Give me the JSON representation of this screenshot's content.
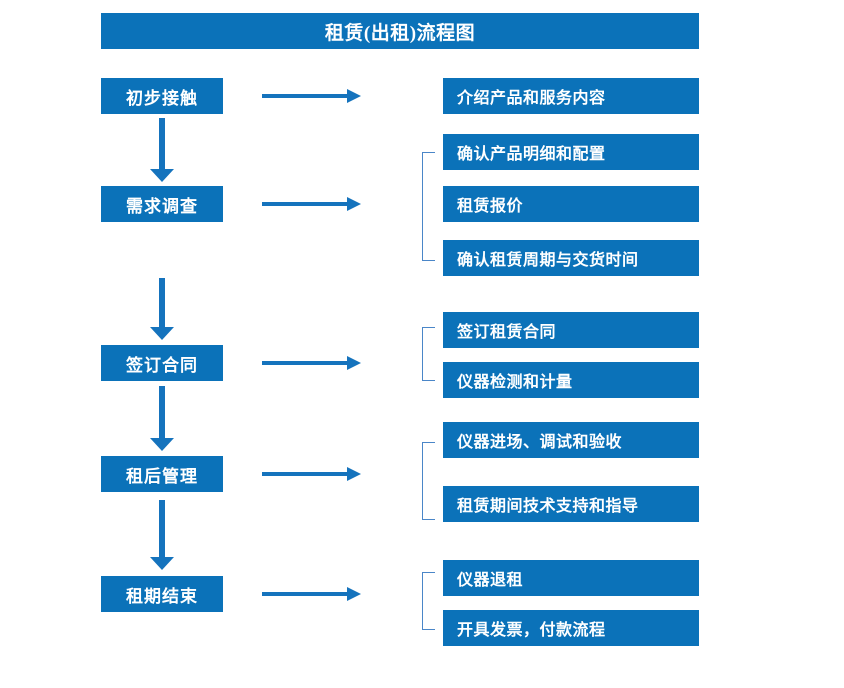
{
  "title": "租赁(出租)流程图",
  "colors": {
    "box_fill": "#0b72b9",
    "box_text": "#ffffff",
    "arrow": "#1573bd",
    "bracket": "#4a86c8",
    "background": "#ffffff"
  },
  "stages": [
    {
      "label": "初步接触"
    },
    {
      "label": "需求调查"
    },
    {
      "label": "签订合同"
    },
    {
      "label": "租后管理"
    },
    {
      "label": "租期结束"
    }
  ],
  "details": [
    {
      "label": "介绍产品和服务内容"
    },
    {
      "label": "确认产品明细和配置"
    },
    {
      "label": "租赁报价"
    },
    {
      "label": "确认租赁周期与交货时间"
    },
    {
      "label": "签订租赁合同"
    },
    {
      "label": "仪器检测和计量"
    },
    {
      "label": "仪器进场、调试和验收"
    },
    {
      "label": "租赁期间技术支持和指导"
    },
    {
      "label": "仪器退租"
    },
    {
      "label": "开具发票，付款流程"
    }
  ],
  "flow": {
    "stage_to_detail_arrows": 5,
    "stage_to_stage_arrows": 4,
    "group_brackets": 4
  }
}
